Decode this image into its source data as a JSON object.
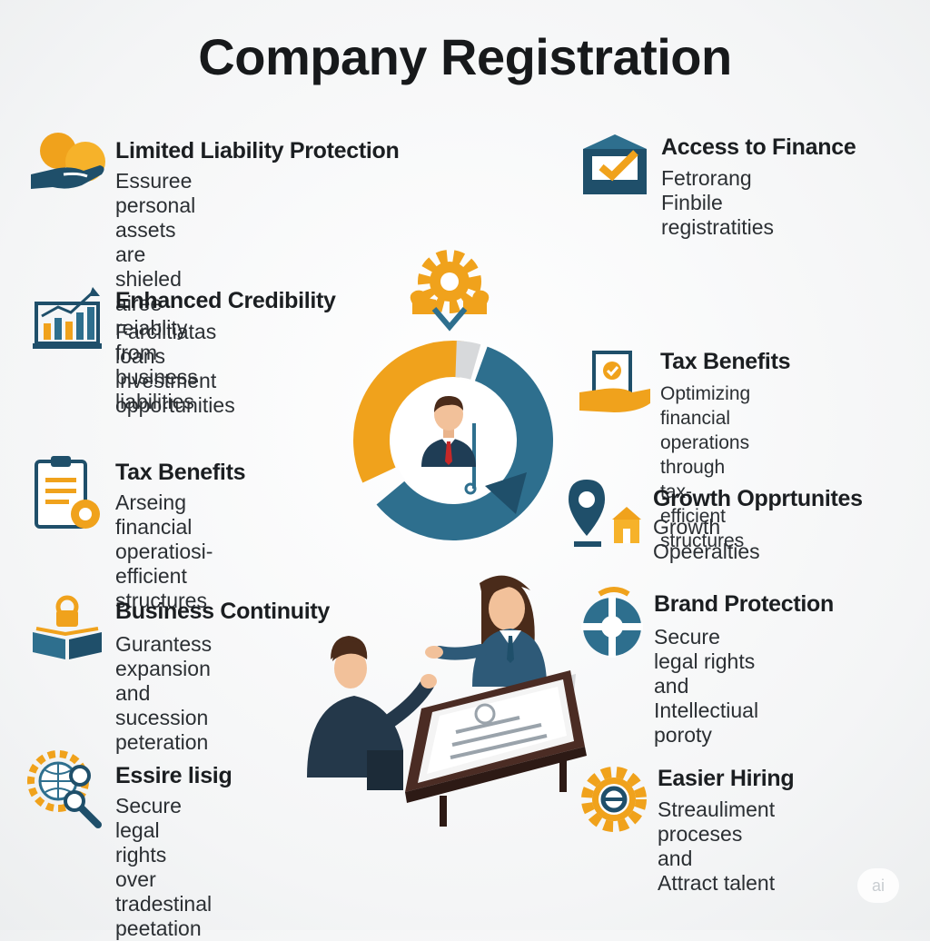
{
  "title": "Company Registration",
  "colors": {
    "orange": "#f0a21c",
    "teal": "#2e6f8e",
    "navy": "#1f4f6a",
    "grey": "#d7d9db"
  },
  "items": [
    {
      "title": "Limited Liability Protection",
      "desc": "Essuree personal assets are\nshieled airee reiablity from\nbusiness liabilities",
      "icon": "hand-coin-icon"
    },
    {
      "title": "Enhanced Credibility",
      "desc": "Farciltiatas loans\ninvestment opportunities",
      "icon": "growth-chart-icon"
    },
    {
      "title": "Tax Benefits",
      "desc": "Arseing financial\noperatiosi-efficient\nstructures",
      "icon": "clipboard-coin-icon"
    },
    {
      "title": "Business Continuity",
      "desc": "Gurantess expansion\nand sucession peteration",
      "icon": "book-lock-icon"
    },
    {
      "title": "Essire lisig",
      "desc": "Secure legal rights over\ntradestinal peetation",
      "icon": "globe-search-icon"
    },
    {
      "title": "Access to Finance",
      "desc": "Fetrorang Finbile\nregistratities",
      "icon": "envelope-check-icon"
    },
    {
      "title": "Tax Benefits",
      "desc": "Optimizing financial operations\nthrough tax-efficient structures",
      "icon": "hand-certificate-icon"
    },
    {
      "title": "Growth Opprtunites",
      "desc": "Growth Opeeralties",
      "icon": "map-pin-house-icon"
    },
    {
      "title": "Brand Protection",
      "desc": "Secure legal rights  and\nIntellectiual poroty",
      "icon": "shield-circle-icon"
    },
    {
      "title": "Easier Hiring",
      "desc": "Streauliment proceses\nand\nAttract talent",
      "icon": "gear-target-icon"
    }
  ],
  "watermark": "ai"
}
